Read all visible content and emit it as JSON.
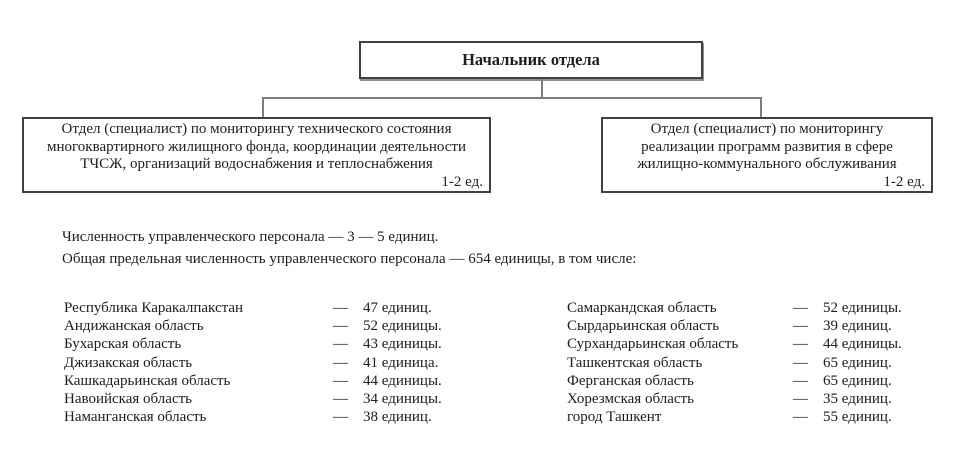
{
  "colors": {
    "box_border": "#414141",
    "connector": "#7d7d7d",
    "text": "#1d1d1d",
    "background": "#ffffff"
  },
  "diagram": {
    "root": {
      "title": "Начальник отдела"
    },
    "children": [
      {
        "lines": [
          "Отдел (специалист) по мониторингу технического состояния",
          "многоквартирного жилищного фонда, координации деятельности",
          "ТЧСЖ, организаций водоснабжения и теплоснабжения"
        ],
        "units": "1-2 ед."
      },
      {
        "lines": [
          "Отдел (специалист) по мониторингу",
          "реализации программ развития в сфере",
          "жилищно-коммунального обслуживания"
        ],
        "units": "1-2 ед."
      }
    ]
  },
  "summary": {
    "line1": "Численность управленческого персонала — 3 — 5 единиц.",
    "line2": "Общая предельная численность управленческого персонала — 654 единицы, в том числе:"
  },
  "staff_list": {
    "dash": "—",
    "left": [
      {
        "name": "Республика Каракалпакстан",
        "value": "47 единиц."
      },
      {
        "name": "Андижанская область",
        "value": "52 единицы."
      },
      {
        "name": "Бухарская область",
        "value": "43 единицы."
      },
      {
        "name": "Джизакская область",
        "value": "41 единица."
      },
      {
        "name": "Кашкадарьинская область",
        "value": "44 единицы."
      },
      {
        "name": "Навоийская область",
        "value": "34 единицы."
      },
      {
        "name": "Наманганская область",
        "value": "38 единиц."
      }
    ],
    "right": [
      {
        "name": "Самаркандская область",
        "value": "52 единицы."
      },
      {
        "name": "Сырдарьинская область",
        "value": "39 единиц."
      },
      {
        "name": "Сурхандарьинская область",
        "value": "44 единицы."
      },
      {
        "name": "Ташкентская область",
        "value": "65 единиц."
      },
      {
        "name": "Ферганская область",
        "value": "65 единиц."
      },
      {
        "name": "Хорезмская область",
        "value": "35 единиц."
      },
      {
        "name": "город Ташкент",
        "value": "55 единиц."
      }
    ]
  }
}
